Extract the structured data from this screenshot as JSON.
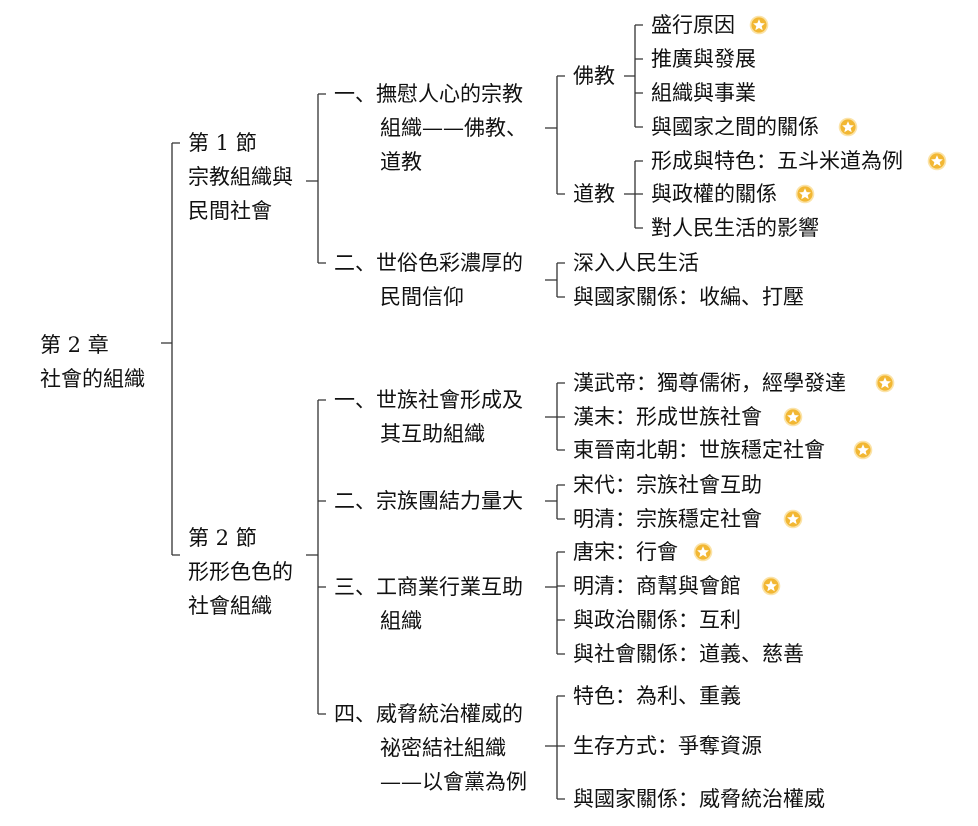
{
  "chapter": {
    "lines": [
      "第 2 章",
      "社會的組織"
    ]
  },
  "section1": {
    "lines": [
      "第 1 節",
      "宗教組織與",
      "民間社會"
    ],
    "topic1": {
      "lines": [
        "一、撫慰人心的宗教",
        "組織——佛教、",
        "道教"
      ],
      "buddhism": {
        "label": "佛教",
        "items": [
          "盛行原因",
          "推廣與發展",
          "組織與事業",
          "與國家之間的關係"
        ]
      },
      "taoism": {
        "label": "道教",
        "items": [
          "形成與特色：五斗米道為例",
          "與政權的關係",
          "對人民生活的影響"
        ]
      }
    },
    "topic2": {
      "lines": [
        "二、世俗色彩濃厚的",
        "民間信仰"
      ],
      "items": [
        "深入人民生活",
        "與國家關係：收編、打壓"
      ]
    }
  },
  "section2": {
    "lines": [
      "第 2 節",
      "形形色色的",
      "社會組織"
    ],
    "topic1": {
      "lines": [
        "一、世族社會形成及",
        "其互助組織"
      ],
      "items": [
        "漢武帝：獨尊儒術，經學發達",
        "漢末：形成世族社會",
        "東晉南北朝：世族穩定社會"
      ]
    },
    "topic2": {
      "lines": [
        "二、宗族團結力量大"
      ],
      "items": [
        "宋代：宗族社會互助",
        "明清：宗族穩定社會"
      ]
    },
    "topic3": {
      "lines": [
        "三、工商業行業互助",
        "組織"
      ],
      "items": [
        "唐宋：行會",
        "明清：商幫與會館",
        "與政治關係：互利",
        "與社會關係：道義、慈善"
      ]
    },
    "topic4": {
      "lines": [
        "四、威脅統治權威的",
        "祕密結社組織",
        "——以會黨為例"
      ],
      "items": [
        "特色：為利、重義",
        "生存方式：爭奪資源",
        "與國家關係：威脅統治權威"
      ]
    }
  },
  "colors": {
    "line": "#333333",
    "star_fill": "#f2b733",
    "star_ring": "#fbe3a8"
  },
  "icons": {
    "highlight": "star-badge-icon"
  }
}
